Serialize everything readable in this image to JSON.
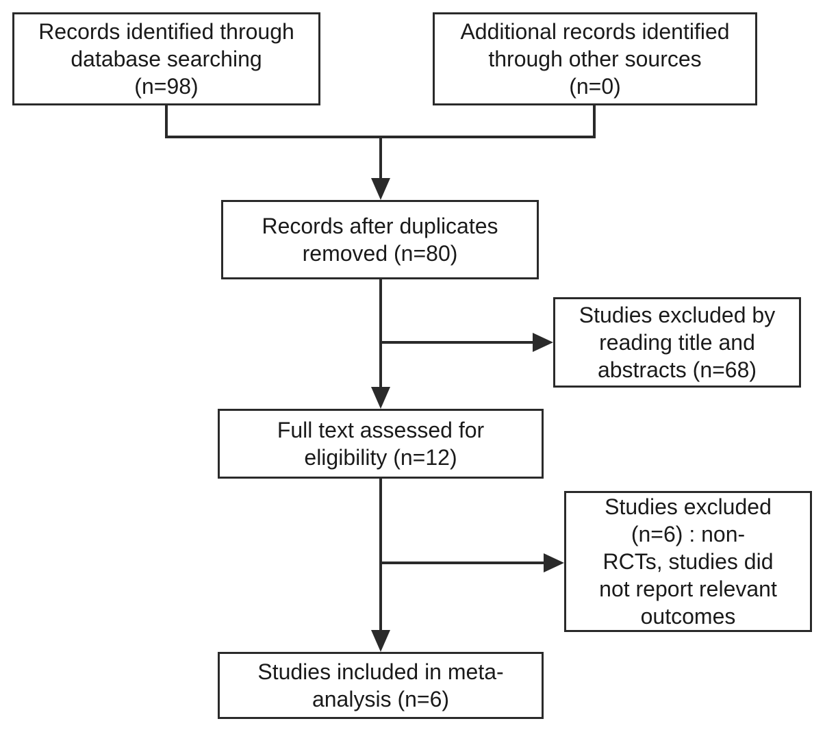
{
  "colors": {
    "line": "#2a2a2a",
    "box_border": "#2a2a2a",
    "background": "#ffffff",
    "text": "#1a1a1a"
  },
  "boxes": {
    "database": {
      "lines": [
        "Records identified through",
        "database searching",
        "(n=98)"
      ],
      "count": 98
    },
    "other_sources": {
      "lines": [
        "Additional records identified",
        "through other sources",
        "(n=0)"
      ],
      "count": 0
    },
    "duplicates_removed": {
      "lines": [
        "Records after duplicates",
        "removed (n=80)"
      ],
      "count": 80
    },
    "excluded_title_abstract": {
      "lines": [
        "Studies excluded by",
        "reading title and",
        "abstracts (n=68)"
      ],
      "count": 68
    },
    "full_text": {
      "lines": [
        "Full text assessed for",
        "eligibility (n=12)"
      ],
      "count": 12
    },
    "excluded_full_text": {
      "lines": [
        "Studies excluded",
        "(n=6) : non-",
        "RCTs, studies did",
        "not report relevant",
        "outcomes"
      ],
      "count": 6
    },
    "included": {
      "lines": [
        "Studies included in meta-",
        "analysis (n=6)"
      ],
      "count": 6
    }
  }
}
